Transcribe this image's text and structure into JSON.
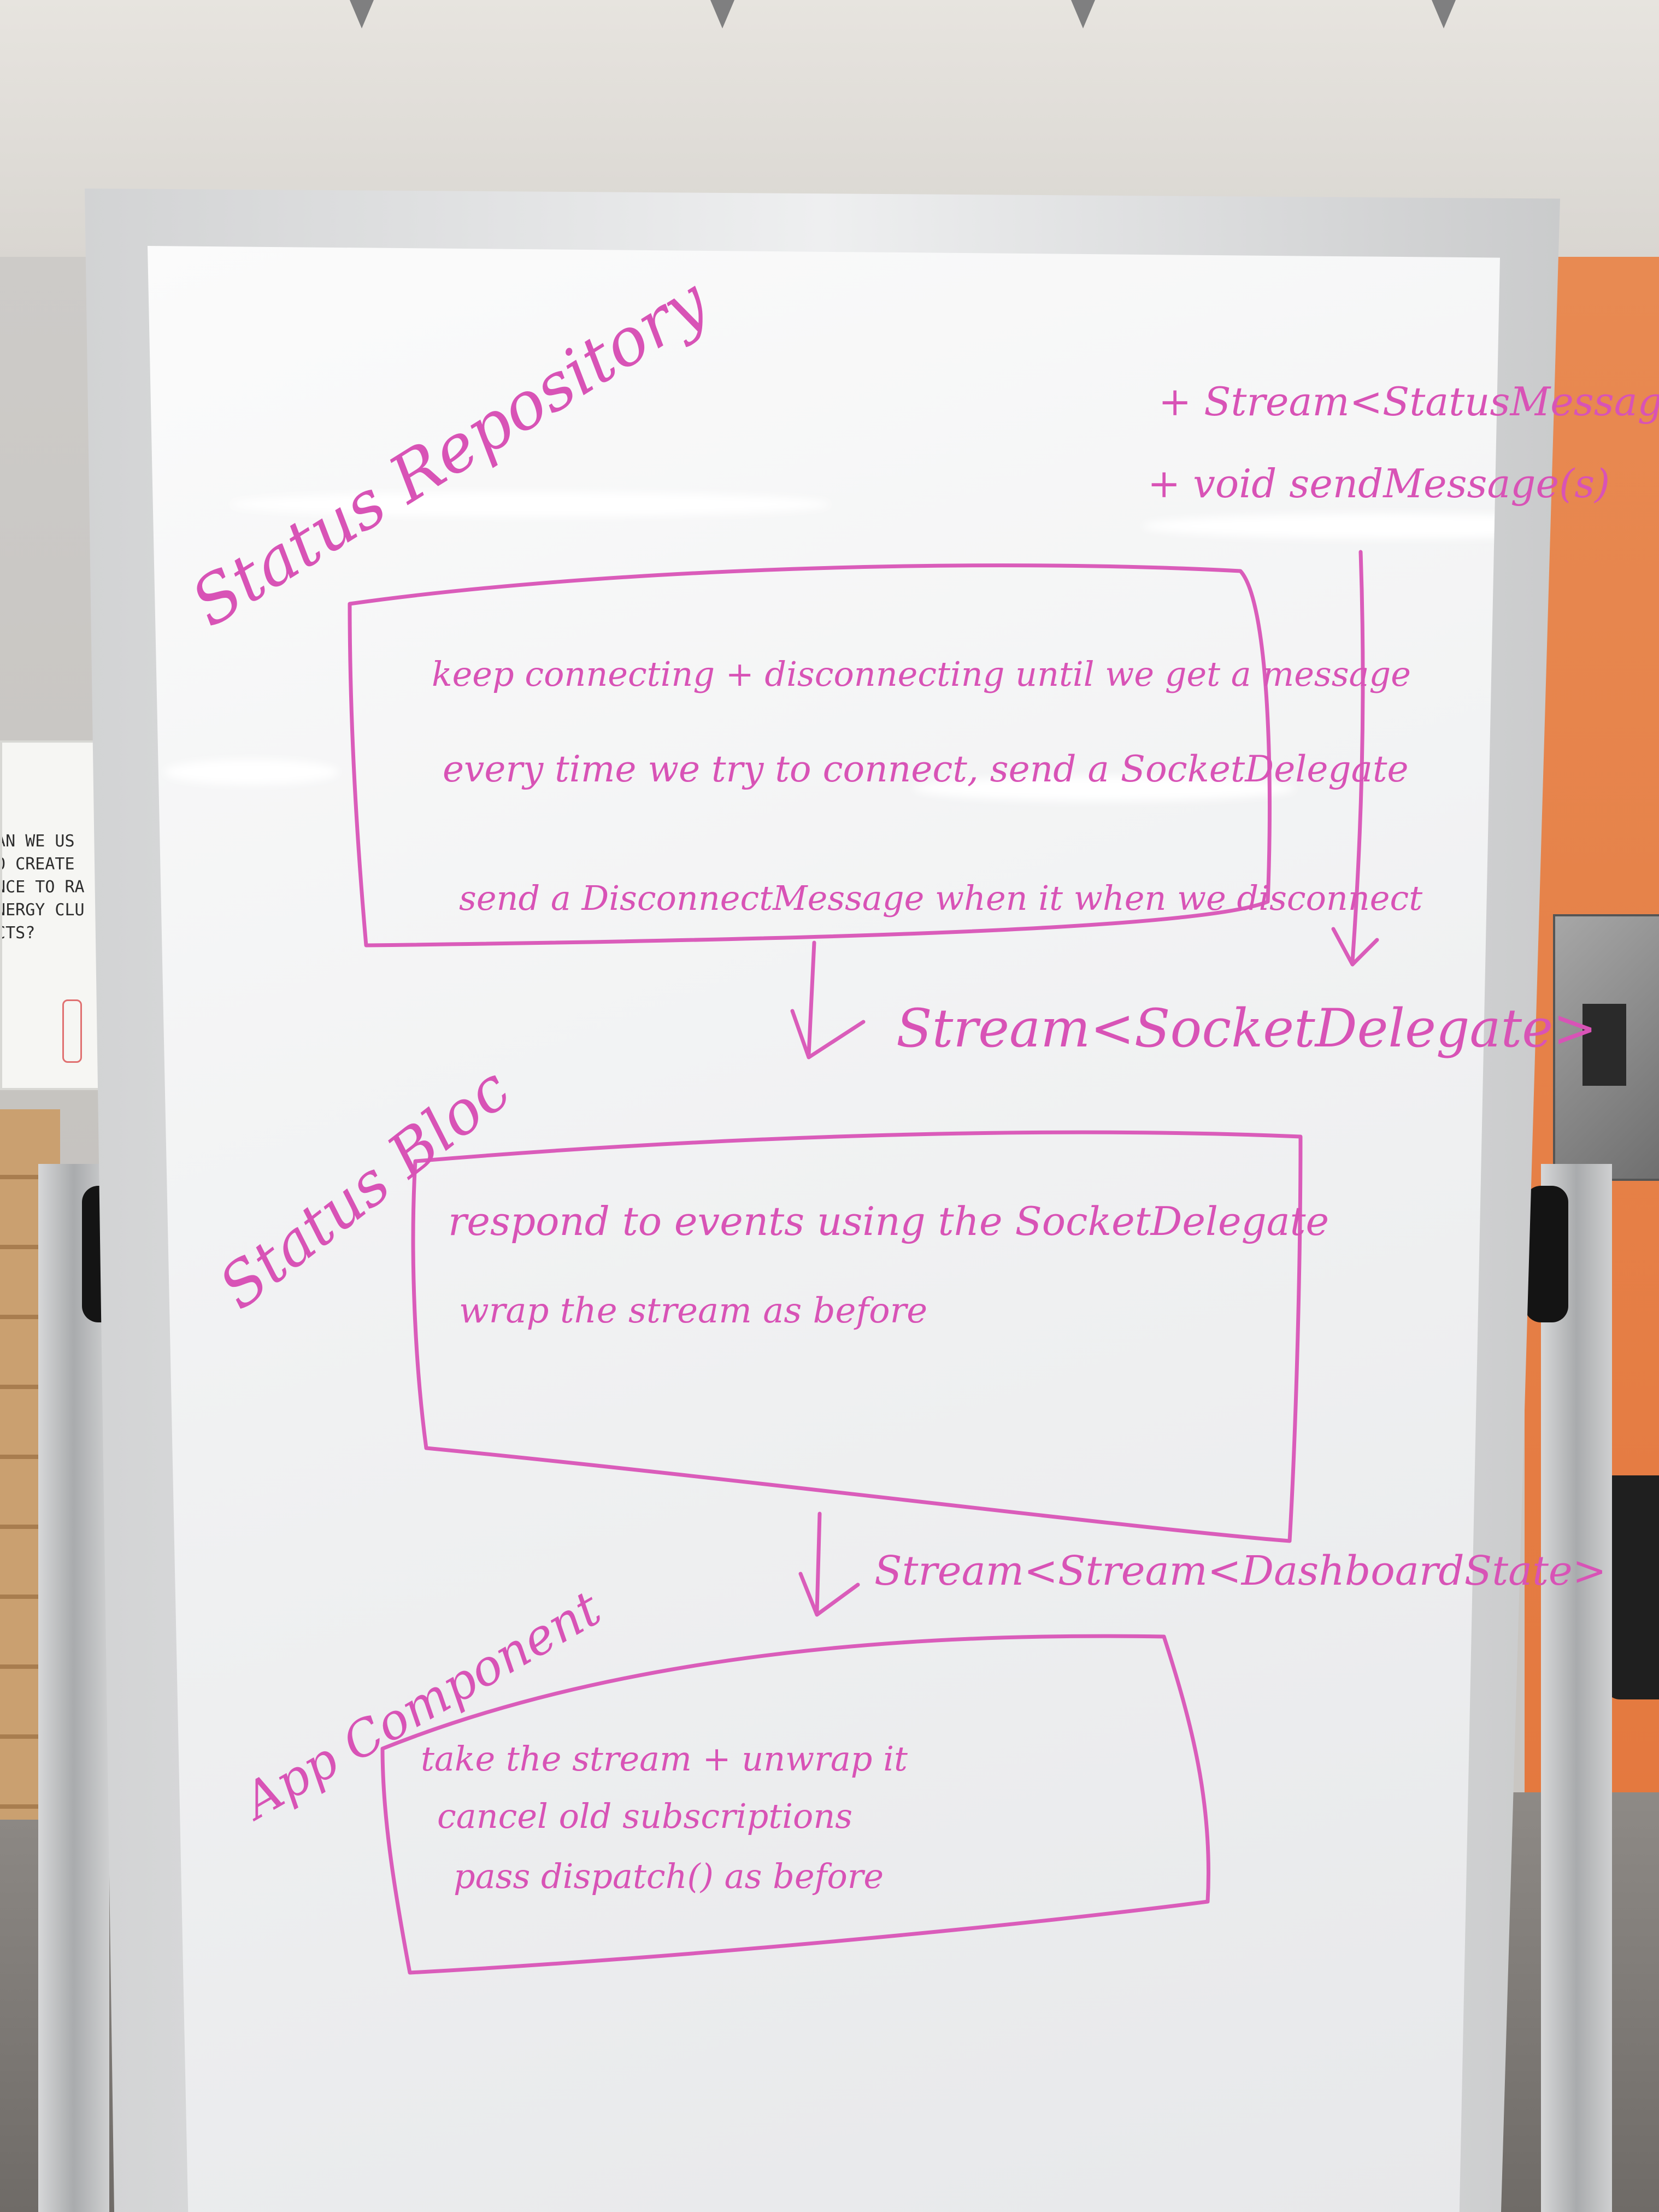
{
  "labels": {
    "status_repository": "Status Repository",
    "status_bloc": "Status Bloc",
    "app_component": "App Component"
  },
  "interface_notes": {
    "stream_status_message": "+ Stream<StatusMessage>",
    "void_send_message": "+ void sendMessage(s)"
  },
  "repository_box": {
    "line1": "keep connecting + disconnecting until we get a message",
    "line2": "every time we try to connect, send a SocketDelegate",
    "line3": "send a DisconnectMessage when it when we disconnect"
  },
  "arrow_labels": {
    "stream_socket_delegate": "Stream<SocketDelegate>",
    "stream_stream_dashboard_state": "Stream<Stream<DashboardState>"
  },
  "bloc_box": {
    "line1": "respond to events using the SocketDelegate",
    "line2": "wrap the stream as before"
  },
  "component_box": {
    "line1": "take the stream + unwrap it",
    "line2": "cancel old subscriptions",
    "line3": "pass dispatch() as before"
  },
  "poster": {
    "line1": "CAN WE US",
    "line2": "TO CREATE",
    "line3": "ENCE TO RA",
    "line4": "ENERGY CLU",
    "line5": "ECTS?"
  },
  "ink_color": "#d853b6"
}
